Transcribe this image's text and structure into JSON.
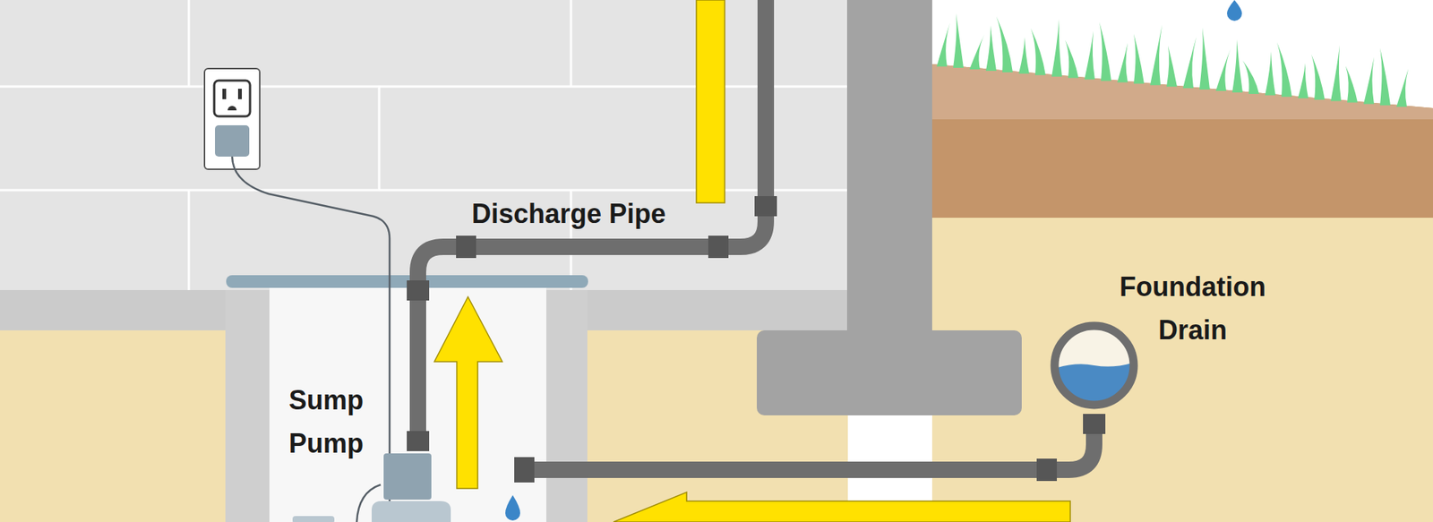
{
  "diagram": {
    "labels": [
      "Discharge Pipe",
      "Sump Pump",
      "Foundation Drain"
    ]
  }
}
